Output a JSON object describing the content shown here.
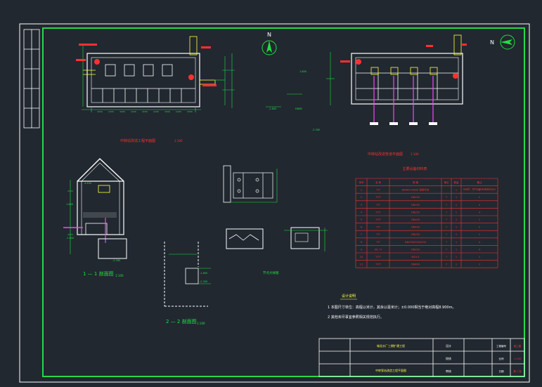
{
  "colors": {
    "background": "#212830",
    "frame": "#27d84a",
    "inner_frame": "#ffffff",
    "primary_line": "#ffffff",
    "dim_line": "#20e040",
    "label": "#ff3030",
    "equip": "#ffff40",
    "callout": "#ff40ff"
  },
  "north": {
    "label": "N"
  },
  "plan_view": {
    "title": "中转站改造工程平面图",
    "scale": "1:100",
    "dims": [
      "3200",
      "1200",
      "3200",
      "1200",
      "3200",
      "1200",
      "3200",
      "1200",
      "3200"
    ]
  },
  "pipe_view": {
    "title": "中转站改造管道平面图",
    "scale": "1:100",
    "elev_a": "1.800",
    "elev_b": "-1.800",
    "elev_c": "-2.300",
    "code": "DN80"
  },
  "equipment_table": {
    "title": "主要设备材料表",
    "headers": [
      "序号",
      "名 称",
      "规 格",
      "单位",
      "数量",
      "备注"
    ],
    "rows": [
      [
        "1",
        "???",
        "DN400×6000 型钢平台",
        "",
        "1",
        "5"
      ],
      [
        "2",
        "????",
        "DN250",
        "?",
        "1",
        "2"
      ],
      [
        "3",
        "???",
        "DN250",
        "?",
        "1",
        "4"
      ],
      [
        "4",
        "????",
        "DN250",
        "?",
        "1",
        "4"
      ],
      [
        "5",
        "????",
        "DN400",
        "?",
        "1",
        "1"
      ],
      [
        "6",
        "???",
        "DN400",
        "?",
        "1",
        "2"
      ],
      [
        "7",
        "???",
        "DN250",
        "?",
        "1",
        "1"
      ],
      [
        "8",
        "???",
        "DN250X250X250",
        "?",
        "1",
        "4"
      ],
      [
        "9",
        "NC ??",
        "DN250",
        "?",
        "1",
        "4"
      ],
      [
        "10",
        "????",
        "M10-5",
        "?",
        "1",
        "1"
      ],
      [
        "11",
        "????",
        "DN400",
        "?",
        "1",
        "1"
      ]
    ],
    "note": "包括阀门、管件等辅助材料数量按实际计"
  },
  "section_1": {
    "title": "1 — 1 剖面图",
    "scale": "1:100",
    "elev": [
      "4.450",
      "1.800",
      "-1.800",
      "-2.300"
    ]
  },
  "section_2": {
    "title": "2 — 2 剖面图",
    "scale": "1:100",
    "elev": [
      "-1.800",
      "-2.300"
    ]
  },
  "detail_label": "节点大样图",
  "notes": {
    "heading": "设计说明",
    "lines": [
      "1  本图尺寸单位：高程以米计，其余以毫米计；±0.000相当于绝对高程8.900m。",
      "2  其他未尽事宜参照相关规范执行。"
    ]
  },
  "title_block": {
    "project": "城北水厂三期扩建工程",
    "drawing": "中转泵站改造工程平面图",
    "designer": "设计",
    "checker": "校核",
    "reviewer": "审核",
    "drawing_no": "工程编号",
    "date": "日期",
    "scale_cell": "比例",
    "scale_val": "1:100",
    "stage": "施工图",
    "sheet": "第 1 张"
  }
}
